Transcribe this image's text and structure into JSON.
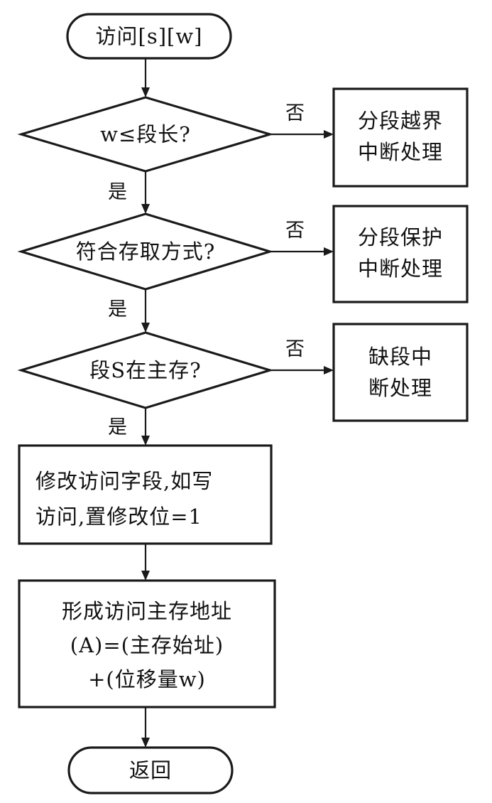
{
  "nodes": {
    "start": "访问[s][w]",
    "check_length": "w≤段长?",
    "seg_overflow": [
      "分段越界",
      "中断处理"
    ],
    "check_access": "符合存取方式?",
    "seg_protect": [
      "分段保护",
      "中断处理"
    ],
    "check_in_memory": "段S在主存?",
    "seg_missing": [
      "缺段中",
      "断处理"
    ],
    "modify": [
      "修改访问字段,如写",
      "访问,置修改位=1"
    ],
    "form_address": [
      "形成访问主存地址",
      "(A)=(主存始址)",
      "+(位移量w)"
    ],
    "end": "返回"
  },
  "edge_labels": {
    "no": "否",
    "yes": "是"
  },
  "colors": {
    "line": "#1a1a1a",
    "background": "#ffffff"
  }
}
